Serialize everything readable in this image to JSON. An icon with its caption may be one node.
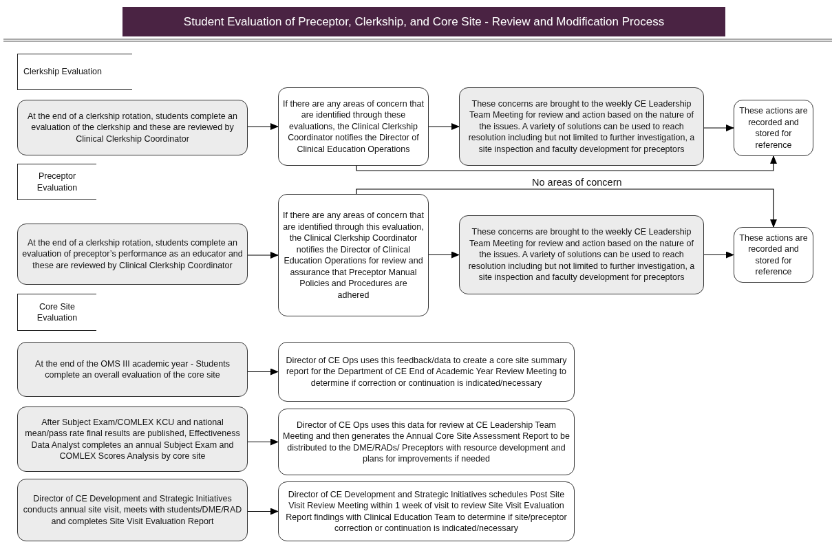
{
  "diagram": {
    "title": "Student Evaluation of Preceptor, Clerkship, and Core Site - Review and Modification Process",
    "nodes": [
      {
        "text": [
          "Clerkship Evaluation"
        ]
      },
      {
        "text": [
          "At the end of a clerkship rotation, students complete an evaluation of the clerkship and these are reviewed by Clinical Clerkship Coordinator"
        ]
      },
      {
        "text": [
          "If there are any areas of concern that are identified through these evaluations, the Clinical Clerkship Coordinator notifies the Director of Clinical Education Operations"
        ]
      },
      {
        "text": [
          "These concerns are brought to the weekly CE Leadership Team Meeting for review and action based on the nature of the issues. A variety of solutions can be used to reach resolution including but not limited to further investigation, a site inspection and faculty development for preceptors"
        ]
      },
      {
        "text": [
          "These actions are recorded and stored for reference"
        ]
      },
      {
        "text": [
          "Preceptor Evaluation"
        ]
      },
      {
        "text": [
          "At the end of a clerkship rotation, students complete an evaluation of preceptor’s performance as an educator and these are reviewed by Clinical Clerkship Coordinator"
        ]
      },
      {
        "text": [
          "If there are any areas of concern that are identified through this evaluation, the Clinical Clerkship Coordinator notifies the Director of Clinical Education Operations for review and assurance that Preceptor Manual Policies and Procedures are adhered"
        ]
      },
      {
        "text": [
          "These concerns are brought to the weekly CE Leadership Team Meeting for review and action based on the nature of the issues. A variety of solutions can be used to reach resolution including but not limited to further investigation, a site inspection and faculty development for preceptors"
        ]
      },
      {
        "text": [
          "These actions are recorded and stored for reference"
        ]
      },
      {
        "text": [
          "Core Site Evaluation"
        ]
      },
      {
        "text": [
          "At the end of the OMS III academic year - Students complete an overall evaluation of the core site"
        ]
      },
      {
        "text": [
          "Director of CE Ops uses this feedback/data to create a core site summary report for the Department of CE End of Academic Year Review Meeting to determine if correction or continuation is indicated/necessary"
        ]
      },
      {
        "text": [
          "After Subject Exam/COMLEX KCU and national mean/pass rate final results are published, Effectiveness Data Analyst completes an annual Subject Exam and COMLEX Scores Analysis by core site"
        ]
      },
      {
        "text": [
          "Director of CE Ops uses this data for review at CE Leadership Team Meeting and then generates the Annual Core Site Assessment Report to be distributed to the DME/RADs/ Preceptors with resource development and plans for improvements if needed"
        ]
      },
      {
        "text": [
          "Director of CE Development and Strategic Initiatives conducts annual site visit, meets with students/DME/RAD and completes Site Visit Evaluation Report"
        ]
      },
      {
        "text": [
          "Director of CE Development and Strategic Initiatives schedules Post Site Visit Review Meeting within 1 week of visit to review Site Visit Evaluation Report findings with Clinical Education Team to determine if site/preceptor correction or continuation is indicated/necessary"
        ]
      }
    ],
    "edges": [
      {
        "from": 1,
        "to": 2,
        "arrow": "to"
      },
      {
        "from": 2,
        "to": 3,
        "arrow": "to"
      },
      {
        "from": 3,
        "to": 4,
        "arrow": "to"
      },
      {
        "from": 2,
        "to": 4,
        "arrow": "to"
      },
      {
        "from": 6,
        "to": 7,
        "arrow": "to"
      },
      {
        "from": 7,
        "to": 8,
        "arrow": "to"
      },
      {
        "from": 8,
        "to": 9,
        "arrow": "to"
      },
      {
        "from": 7,
        "to": 9,
        "arrow": "to",
        "label": "No areas of concern"
      },
      {
        "from": 11,
        "to": 12,
        "arrow": "to"
      },
      {
        "from": 13,
        "to": 14,
        "arrow": "to"
      },
      {
        "from": 15,
        "to": 16,
        "arrow": "to"
      }
    ]
  }
}
